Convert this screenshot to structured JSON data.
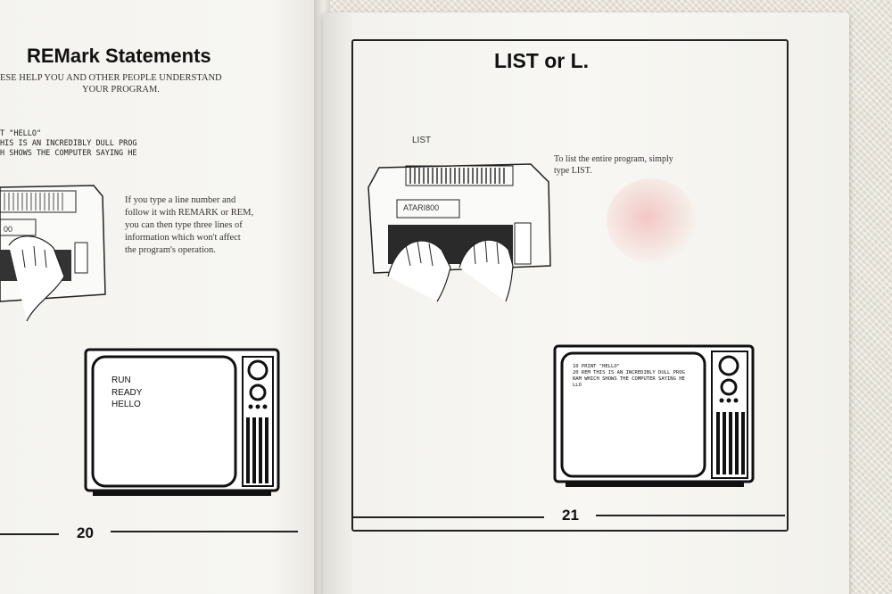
{
  "left_page": {
    "title": "REMark Statements",
    "intro_line1": "ESE HELP YOU AND OTHER PEOPLE UNDERSTAND",
    "intro_line2": "YOUR PROGRAM.",
    "code_line1": "T \"HELLO\"",
    "code_line2": "HIS IS AN INCREDIBLY DULL PROG",
    "code_line3": "H SHOWS THE COMPUTER SAYING HE",
    "para_lines": [
      "If you type a line number and",
      "follow it with REMARK or REM,",
      "you can then type three lines of",
      "information which won't affect",
      "the program's operation."
    ],
    "keyboard_label": "00",
    "tv_screen": [
      "RUN",
      "READY",
      "HELLO"
    ],
    "page_number": "20"
  },
  "right_page": {
    "title": "LIST or L.",
    "command": "LIST",
    "para_lines": [
      "To list the entire program, simply",
      "type LIST."
    ],
    "keyboard_label": "ATARI800",
    "tv_screen": [
      "10 PRINT \"HELLO\"",
      "20 REM THIS IS AN INCREDIBLY DULL PROG",
      "RAM WHICH SHOWS THE COMPUTER SAYING HE",
      "LLO"
    ],
    "page_number": "21"
  },
  "colors": {
    "paper": "#f7f6f2",
    "ink": "#111111",
    "cloth": "#ece7dd"
  }
}
